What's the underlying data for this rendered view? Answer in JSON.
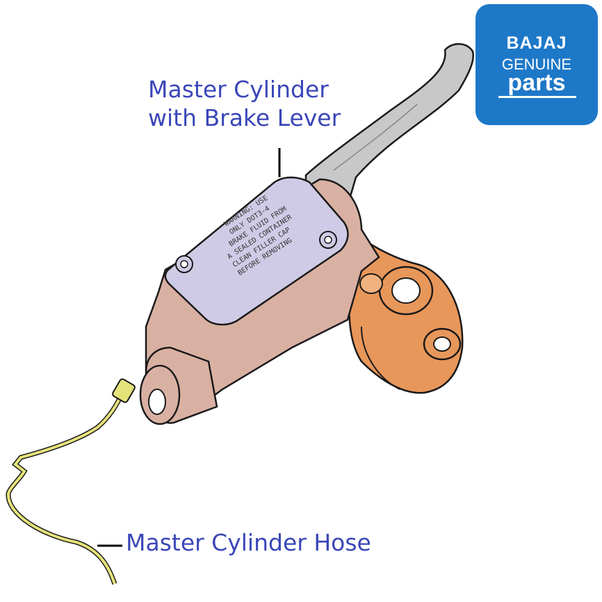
{
  "labels": {
    "master_cylinder_line1": "Master Cylinder",
    "master_cylinder_line2": "with Brake Lever",
    "hose": "Master Cylinder Hose"
  },
  "brand_badge": {
    "line1": "BAJAJ",
    "line2": "GENUINE",
    "line3": "parts"
  },
  "reservoir_cap_text": [
    "WARNING: USE",
    "ONLY DOT3-4",
    "BRAKE FLUID FROM",
    "A SEALED CONTAINER",
    "CLEAN FILLER CAP",
    "BEFORE REMOVING"
  ],
  "colors": {
    "label_text": "#3a46b8",
    "brand_bg": "#1e78c8",
    "body": "#d9b1a3",
    "reservoir_cap": "#cfcbe6",
    "clamp": "#e8975a",
    "lever": "#c8c8c8",
    "hose": "#e6e27a"
  }
}
